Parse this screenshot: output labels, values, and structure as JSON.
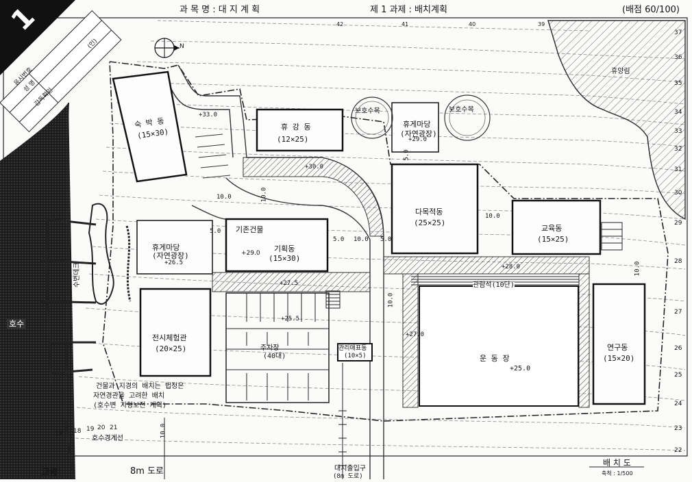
{
  "header": {
    "problem_number": "1",
    "subject": "과 목 명 : 대 지 계 획",
    "task": "제 1 과제 : 배치계획",
    "score": "(배점 60/100)"
  },
  "id_box": {
    "exam_no_label": "응시번호",
    "name_label": "성    명",
    "proctor_label": "감독확인",
    "seal": "(인)"
  },
  "contours_top": [
    "42",
    "41",
    "40",
    "39"
  ],
  "contours_right": [
    "37",
    "36",
    "35",
    "34",
    "33",
    "32",
    "31",
    "30",
    "29",
    "28",
    "27",
    "26",
    "25",
    "24",
    "23",
    "22"
  ],
  "contours_bottom": [
    "17",
    "18",
    "19",
    "20",
    "21"
  ],
  "labels": {
    "rest_forest": "휴양림",
    "protected_tree_1": "보호수목",
    "protected_tree_2": "보호수목",
    "existing_building": "기존건물",
    "existing_level": "+29.0",
    "lake": "호수",
    "lake_boundary": "호수경계선",
    "bridge": "교량",
    "road": "8m 도로",
    "drawing_title": "배 치 도",
    "scale": "축척 : 1/500",
    "north": "N"
  },
  "hand_labels": {
    "b1": "숙 박 동",
    "b1_size": "(15×30)",
    "b2": "휴 강 동",
    "b2_size": "(12×25)",
    "b3": "휴게마당",
    "b3_sub": "(자연광장)",
    "b4": "다목적동",
    "b4_size": "(25×25)",
    "b5": "교육동",
    "b5_size": "(15×25)",
    "b6": "휴게마당",
    "b6_sub": "(자연광장)",
    "b6_level": "+26.5",
    "b7": "기획동",
    "b7_size": "(15×30)",
    "b8": "전시체험관",
    "b8_size": "(20×25)",
    "b9": "주차장",
    "b9_size": "(40대)",
    "b10": "관리매표동",
    "b10_size": "(10×5)",
    "b11": "운 동 장",
    "b11_level": "+25.0",
    "b12": "연구동",
    "b12_size": "(15×20)",
    "stand": "관람석(10단)",
    "deck": "수변데크",
    "lev1": "+30.0",
    "lev2": "+27.5",
    "lev3": "+28.0",
    "lev4": "+25.5",
    "lev5": "+27.0",
    "lev6": "+29.0",
    "lev7": "+33.0",
    "d1": "10.0",
    "d2": "5.0",
    "d3": "5.0",
    "d4": "10.0",
    "d5": "5.0",
    "d6": "10.0",
    "d7": "10.0",
    "d8": "10.0",
    "d9": "10.0",
    "d10": "5.0",
    "d11": "10.0",
    "note1": "건물과 지경의 배치는 법정은",
    "note2": "자연경관을 고려한 배치",
    "note3": "(호수변 지형보전 계획)",
    "entrance": "대지출입구",
    "entrance_sub": "(8m 도로)"
  }
}
